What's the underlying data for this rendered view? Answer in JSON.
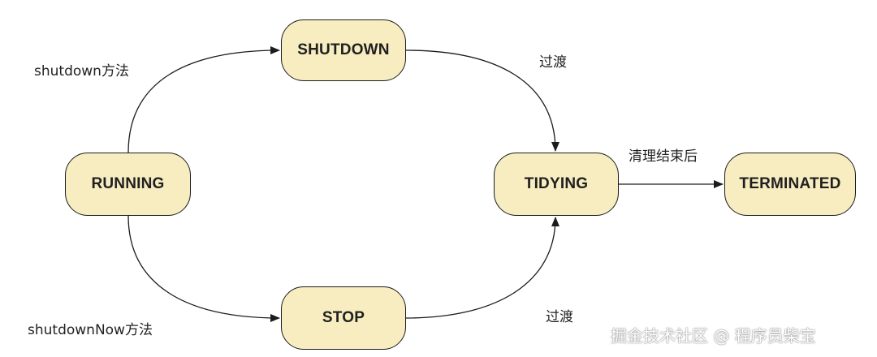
{
  "states": {
    "running": "RUNNING",
    "shutdown": "SHUTDOWN",
    "stop": "STOP",
    "tidying": "TIDYING",
    "terminated": "TERMINATED"
  },
  "transitions": {
    "running_to_shutdown": "shutdown方法",
    "running_to_stop": "shutdownNow方法",
    "shutdown_to_tidying": "过渡",
    "stop_to_tidying": "过渡",
    "tidying_to_terminated": "清理结束后"
  },
  "watermark": "掘金技术社区 @ 程序员柴宝",
  "colors": {
    "state_fill": "#f7edc0",
    "stroke": "#1c1c1c"
  }
}
